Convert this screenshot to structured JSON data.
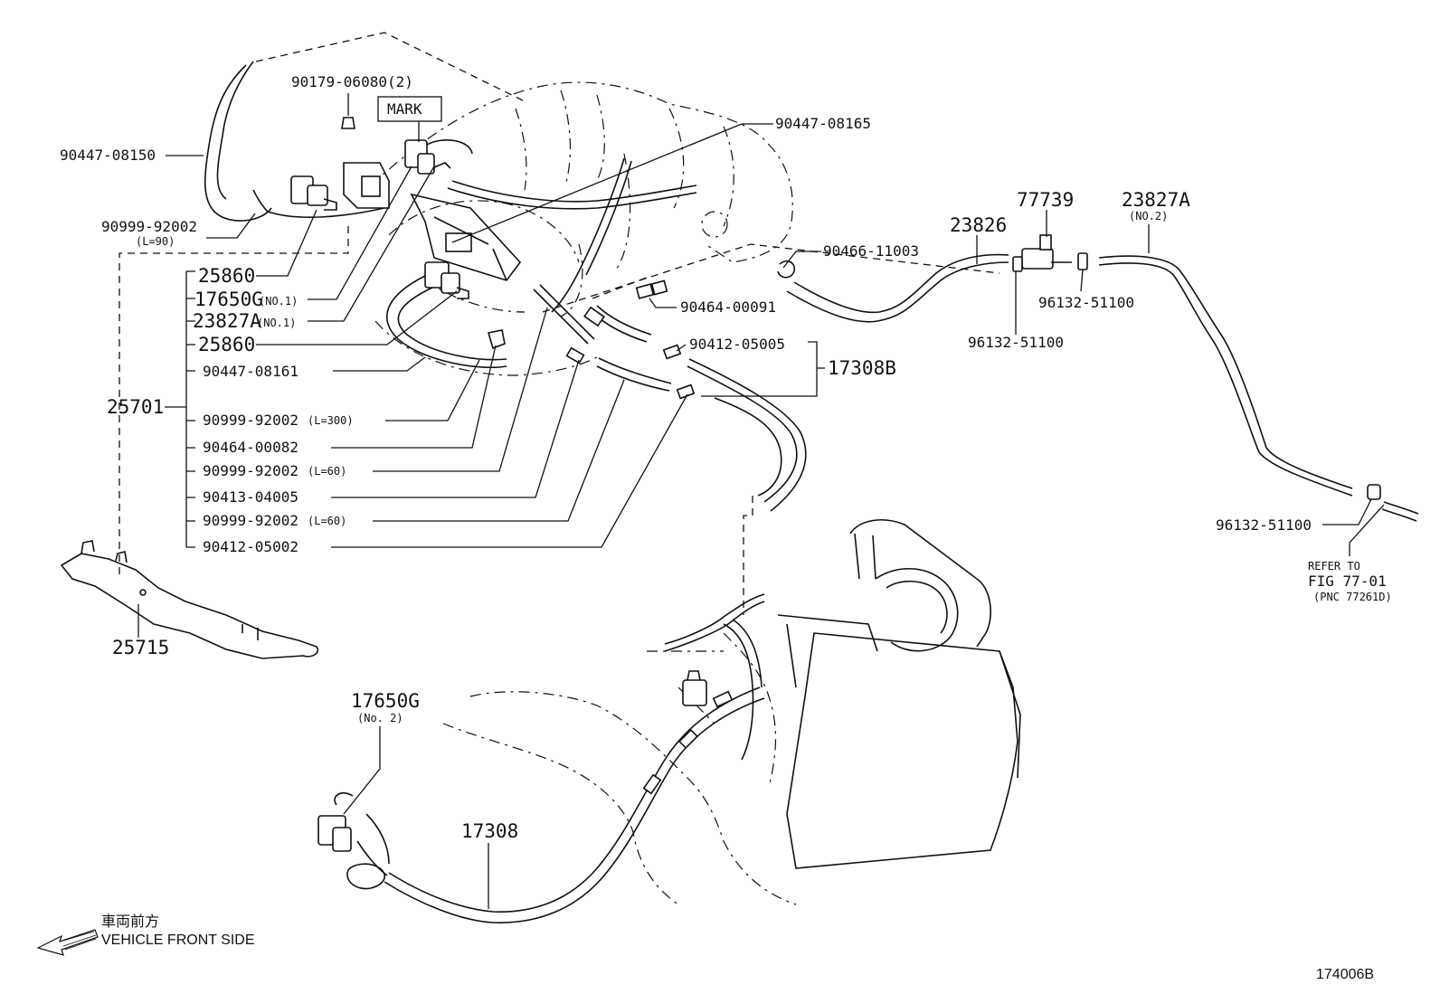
{
  "labels": {
    "p90179_06080": "90179-06080(2)",
    "mark": "MARK",
    "p90447_08165": "90447-08165",
    "p90447_08150": "90447-08150",
    "p90999_92002_l90": "90999-92002",
    "l90": "(L=90)",
    "p25860_a": "25860",
    "p17650g_no1": "17650G",
    "no1_a": "(NO.1)",
    "p23827a_no1": "23827A",
    "no1_b": "(NO.1)",
    "p25860_b": "25860",
    "p90447_08161": "90447-08161",
    "p25701": "25701",
    "p90999_92002_l300": "90999-92002",
    "l300": "(L=300)",
    "p90464_00082": "90464-00082",
    "p90999_92002_l60a": "90999-92002",
    "l60a": "(L=60)",
    "p90413_04005": "90413-04005",
    "p90999_92002_l60b": "90999-92002",
    "l60b": "(L=60)",
    "p90412_05002": "90412-05002",
    "p90466_11003": "90466-11003",
    "p90464_00091": "90464-00091",
    "p90412_05005": "90412-05005",
    "p17308b": "17308B",
    "p23826": "23826",
    "p77739": "77739",
    "p23827a_no2": "23827A",
    "no2_top": "(NO.2)",
    "p96132_51100_a": "96132-51100",
    "p96132_51100_b": "96132-51100",
    "p96132_51100_c": "96132-51100",
    "refer_1": "REFER TO",
    "refer_2": "FIG 77-01",
    "refer_3": "(PNC 77261D)",
    "p25715": "25715",
    "p17650g_no2": "17650G",
    "no2_low": "(No. 2)",
    "p17308": "17308",
    "front_jp": "車両前方",
    "front_en": "VEHICLE FRONT SIDE",
    "fig_id": "174006B"
  }
}
